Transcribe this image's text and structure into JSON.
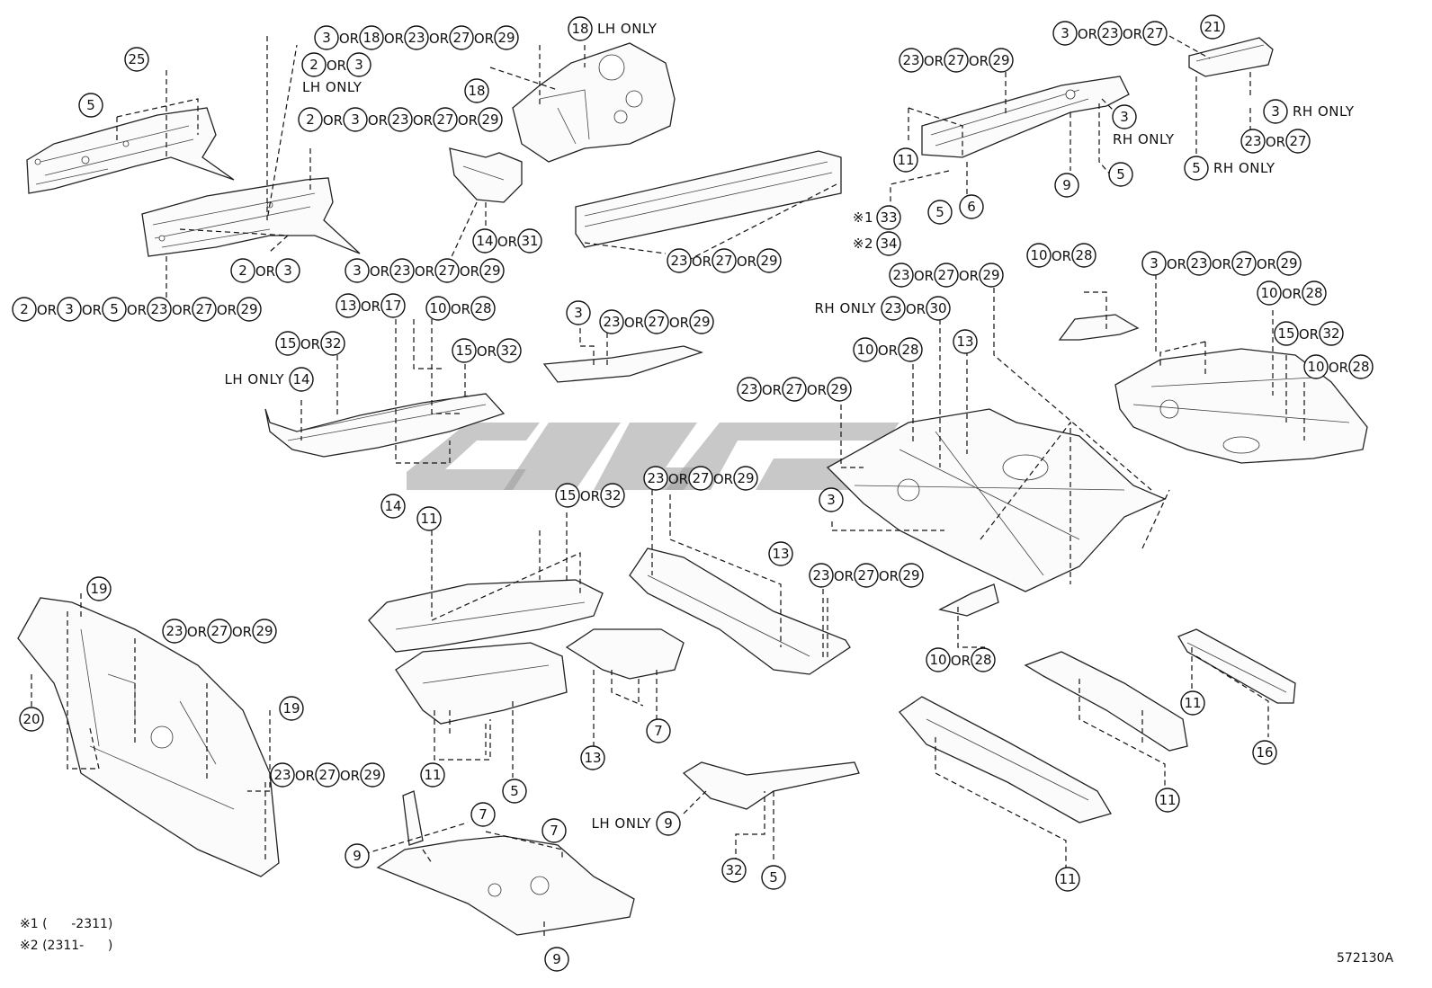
{
  "diagram": {
    "drawing_code": "572130A",
    "footnotes": [
      "※1 (      -2311)",
      "※2 (2311-      )"
    ],
    "watermark": "watermark-logo",
    "callout_groups": [
      {
        "id": "g25",
        "items": [
          "25"
        ]
      },
      {
        "id": "g5-a",
        "items": [
          "5"
        ]
      },
      {
        "id": "g3-18-23-27-29",
        "items": [
          "3",
          "18",
          "23",
          "27",
          "29"
        ]
      },
      {
        "id": "g2-3-lh",
        "items": [
          "2",
          "3"
        ],
        "note": "LH ONLY"
      },
      {
        "id": "g18-lh",
        "items": [
          "18"
        ],
        "note": "LH ONLY"
      },
      {
        "id": "g18",
        "items": [
          "18"
        ]
      },
      {
        "id": "g2-3-23-27-29",
        "items": [
          "2",
          "3",
          "23",
          "27",
          "29"
        ]
      },
      {
        "id": "g2-3-a",
        "items": [
          "2",
          "3"
        ]
      },
      {
        "id": "g2-3-5-23-27-29",
        "items": [
          "2",
          "3",
          "5",
          "23",
          "27",
          "29"
        ]
      },
      {
        "id": "g3-23-27-29-a",
        "items": [
          "3",
          "23",
          "27",
          "29"
        ]
      },
      {
        "id": "g14-31",
        "items": [
          "14",
          "31"
        ]
      },
      {
        "id": "g23-27-29-a",
        "items": [
          "23",
          "27",
          "29"
        ]
      },
      {
        "id": "g23-27-29-b",
        "items": [
          "23",
          "27",
          "29"
        ]
      },
      {
        "id": "g11-a",
        "items": [
          "11"
        ]
      },
      {
        "id": "g5-b",
        "items": [
          "5"
        ]
      },
      {
        "id": "g6",
        "items": [
          "6"
        ]
      },
      {
        "id": "g9-a",
        "items": [
          "9"
        ]
      },
      {
        "id": "g5-c",
        "items": [
          "5"
        ]
      },
      {
        "id": "g3-rh",
        "items": [
          "3"
        ],
        "note": "RH ONLY"
      },
      {
        "id": "g33",
        "items": [
          "33"
        ],
        "prefix": "※1"
      },
      {
        "id": "g34",
        "items": [
          "34"
        ],
        "prefix": "※2"
      },
      {
        "id": "g3-23-27-top",
        "items": [
          "3",
          "23",
          "27"
        ]
      },
      {
        "id": "g21",
        "items": [
          "21"
        ]
      },
      {
        "id": "g3-rh-b",
        "items": [
          "3"
        ],
        "note": "RH ONLY"
      },
      {
        "id": "g23-27-a",
        "items": [
          "23",
          "27"
        ]
      },
      {
        "id": "g5-rh",
        "items": [
          "5"
        ],
        "note": "RH ONLY"
      },
      {
        "id": "g13-17",
        "items": [
          "13",
          "17"
        ]
      },
      {
        "id": "g10-28-a",
        "items": [
          "10",
          "28"
        ]
      },
      {
        "id": "g15-32-a",
        "items": [
          "15",
          "32"
        ]
      },
      {
        "id": "g15-32-b",
        "items": [
          "15",
          "32"
        ]
      },
      {
        "id": "g14-lh",
        "items": [
          "14"
        ],
        "note": "LH ONLY"
      },
      {
        "id": "g14",
        "items": [
          "14"
        ]
      },
      {
        "id": "g3-b",
        "items": [
          "3"
        ]
      },
      {
        "id": "g23-27-29-c",
        "items": [
          "23",
          "27",
          "29"
        ]
      },
      {
        "id": "g23-27-29-d",
        "items": [
          "23",
          "27",
          "29"
        ]
      },
      {
        "id": "g23-30-rh",
        "items": [
          "23",
          "30"
        ],
        "note": "RH ONLY"
      },
      {
        "id": "g10-28-b",
        "items": [
          "10",
          "28"
        ]
      },
      {
        "id": "g13-a",
        "items": [
          "13"
        ]
      },
      {
        "id": "g23-27-29-e",
        "items": [
          "23",
          "27",
          "29"
        ]
      },
      {
        "id": "g3-c",
        "items": [
          "3"
        ]
      },
      {
        "id": "g10-28-c",
        "items": [
          "10",
          "28"
        ]
      },
      {
        "id": "g3-23-27-29-b",
        "items": [
          "3",
          "23",
          "27",
          "29"
        ]
      },
      {
        "id": "g10-28-d",
        "items": [
          "10",
          "28"
        ]
      },
      {
        "id": "g15-32-c",
        "items": [
          "15",
          "32"
        ]
      },
      {
        "id": "g10-28-e",
        "items": [
          "10",
          "28"
        ]
      },
      {
        "id": "g11-b",
        "items": [
          "11"
        ]
      },
      {
        "id": "g15-32-d",
        "items": [
          "15",
          "32"
        ]
      },
      {
        "id": "g23-27-29-f",
        "items": [
          "23",
          "27",
          "29"
        ]
      },
      {
        "id": "g13-b",
        "items": [
          "13"
        ]
      },
      {
        "id": "g23-27-29-g",
        "items": [
          "23",
          "27",
          "29"
        ]
      },
      {
        "id": "g10-28-f",
        "items": [
          "10",
          "28"
        ]
      },
      {
        "id": "g19-a",
        "items": [
          "19"
        ]
      },
      {
        "id": "g23-27-29-h",
        "items": [
          "23",
          "27",
          "29"
        ]
      },
      {
        "id": "g20",
        "items": [
          "20"
        ]
      },
      {
        "id": "g19-b",
        "items": [
          "19"
        ]
      },
      {
        "id": "g23-27-29-i",
        "items": [
          "23",
          "27",
          "29"
        ]
      },
      {
        "id": "g11-c",
        "items": [
          "11"
        ]
      },
      {
        "id": "g5-d",
        "items": [
          "5"
        ]
      },
      {
        "id": "g13-c",
        "items": [
          "13"
        ]
      },
      {
        "id": "g7-a",
        "items": [
          "7"
        ]
      },
      {
        "id": "g7-b",
        "items": [
          "7"
        ]
      },
      {
        "id": "g7-c",
        "items": [
          "7"
        ]
      },
      {
        "id": "g9-b",
        "items": [
          "9"
        ]
      },
      {
        "id": "g9-c",
        "items": [
          "9"
        ]
      },
      {
        "id": "g9-lh",
        "items": [
          "9"
        ],
        "note": "LH ONLY"
      },
      {
        "id": "g32",
        "items": [
          "32"
        ]
      },
      {
        "id": "g5-e",
        "items": [
          "5"
        ]
      },
      {
        "id": "g11-d",
        "items": [
          "11"
        ]
      },
      {
        "id": "g11-e",
        "items": [
          "11"
        ]
      },
      {
        "id": "g11-f",
        "items": [
          "11"
        ]
      },
      {
        "id": "g16",
        "items": [
          "16"
        ]
      }
    ],
    "or_word": "OR"
  }
}
